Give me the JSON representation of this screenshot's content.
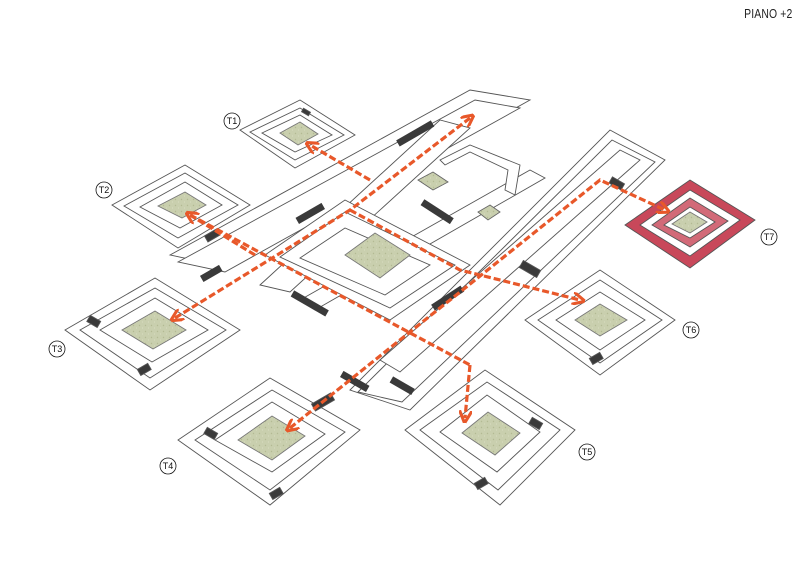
{
  "floor_label": "PIANO +2",
  "towers": [
    {
      "id": "T1",
      "label": "T1",
      "highlighted": false
    },
    {
      "id": "T2",
      "label": "T2",
      "highlighted": false
    },
    {
      "id": "T3",
      "label": "T3",
      "highlighted": false
    },
    {
      "id": "T4",
      "label": "T4",
      "highlighted": false
    },
    {
      "id": "T5",
      "label": "T5",
      "highlighted": false
    },
    {
      "id": "T6",
      "label": "T6",
      "highlighted": false
    },
    {
      "id": "T7",
      "label": "T7",
      "highlighted": true
    }
  ],
  "colors": {
    "path_orange": "#e8582a",
    "highlight_red": "#c8485a",
    "courtyard_green": "#c9cfae",
    "service_block": "#3a3a3a",
    "linework": "#555555"
  }
}
